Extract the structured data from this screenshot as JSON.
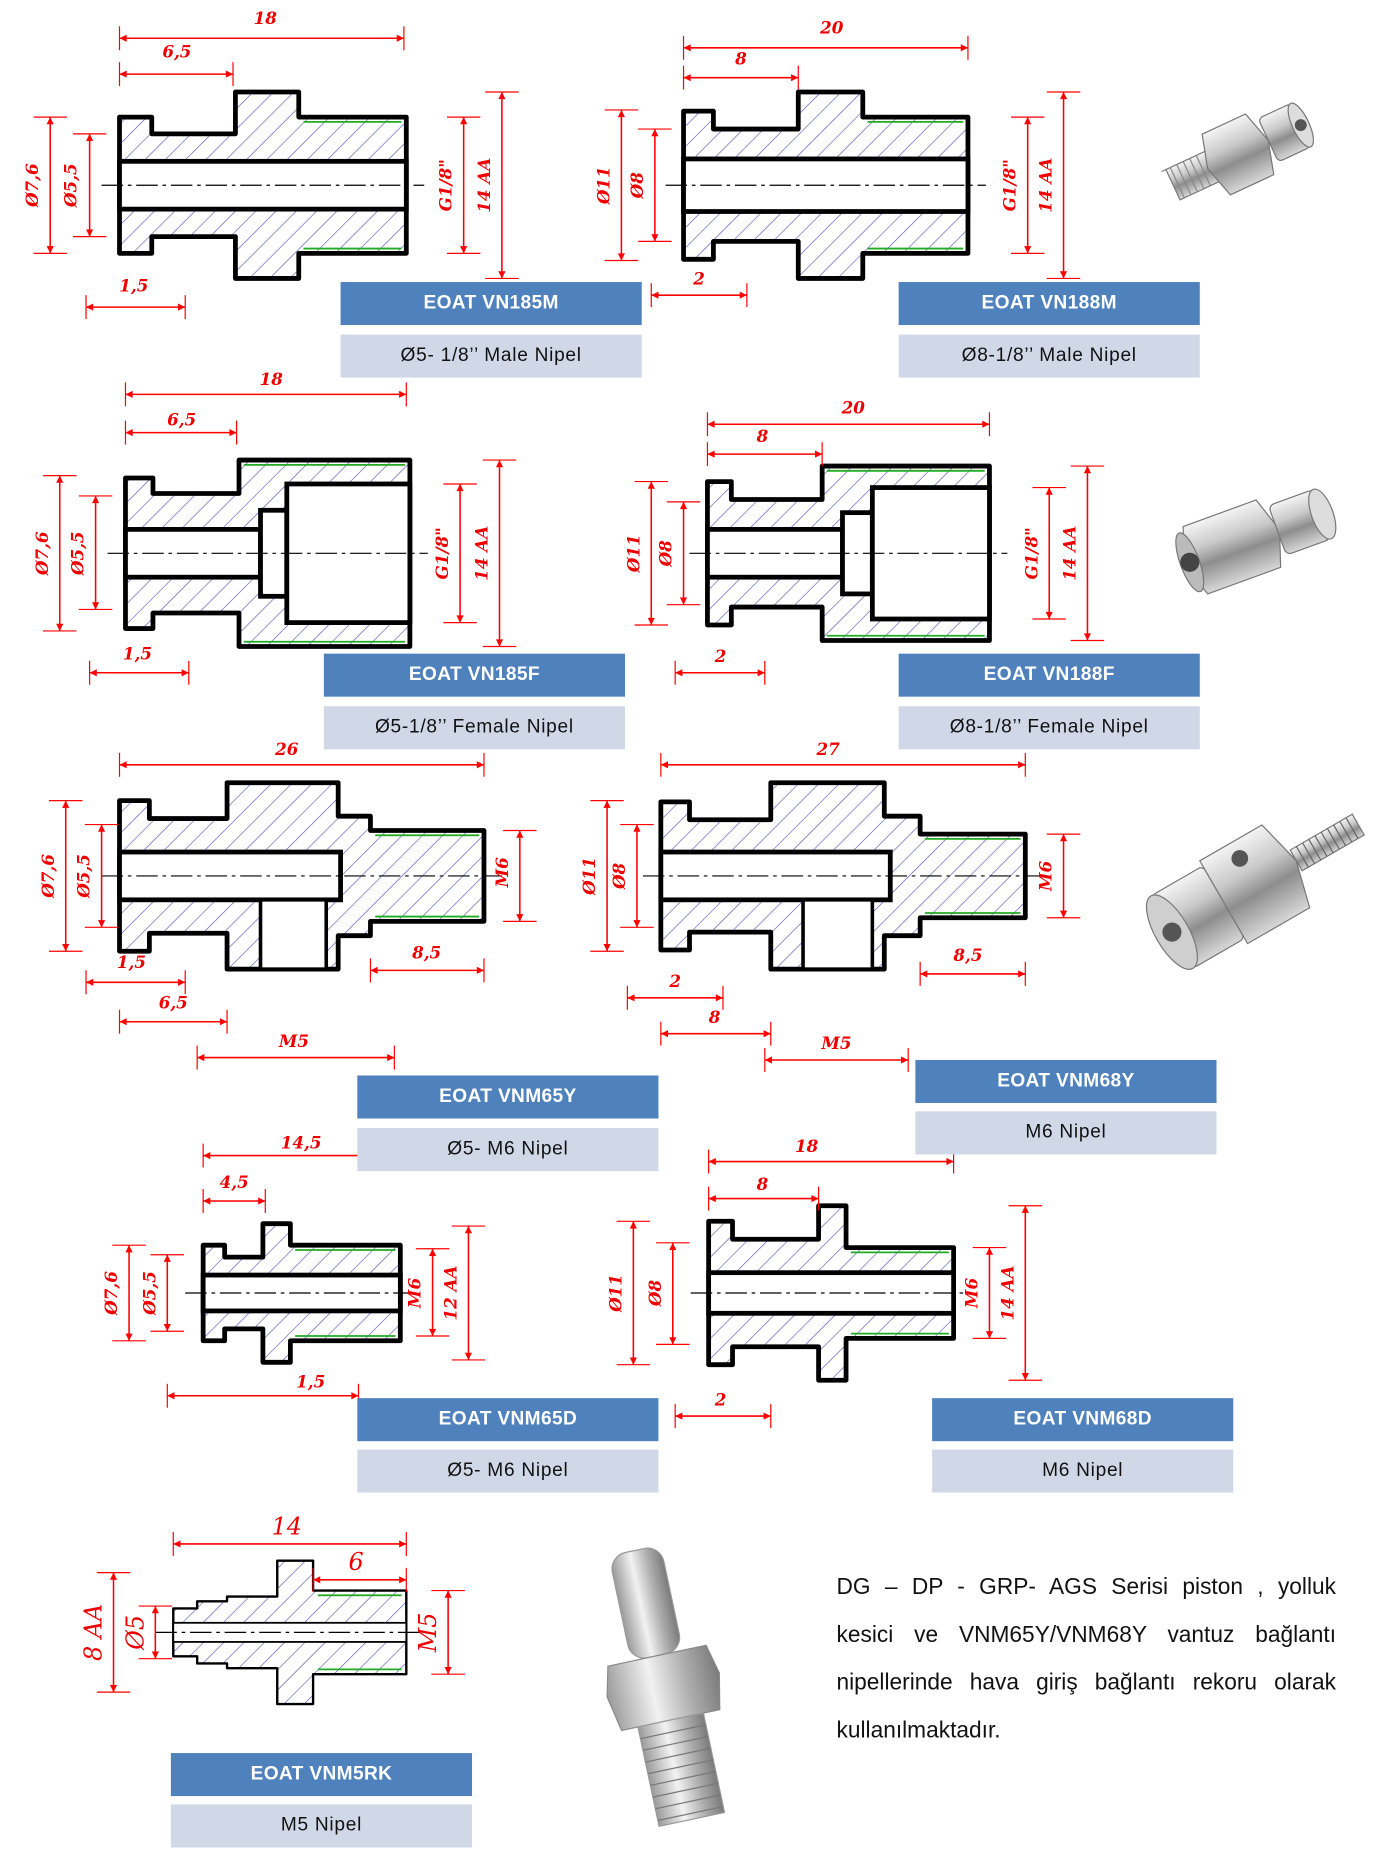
{
  "parts": [
    {
      "code": "EOAT VN185M",
      "desc": "Ø5- 1/8’’ Male Nipel",
      "dims": [
        "18",
        "6,5",
        "Ø7,6",
        "Ø5,5",
        "G1/8\"",
        "14 AA",
        "1,5"
      ]
    },
    {
      "code": "EOAT VN188M",
      "desc": "Ø8-1/8’’ Male Nipel",
      "dims": [
        "20",
        "8",
        "Ø11",
        "Ø8",
        "G1/8\"",
        "14 AA",
        "2"
      ]
    },
    {
      "code": "EOAT VN185F",
      "desc": "Ø5-1/8’’ Female Nipel",
      "dims": [
        "18",
        "6,5",
        "Ø7,6",
        "Ø5,5",
        "G1/8\"",
        "14 AA",
        "1,5"
      ]
    },
    {
      "code": "EOAT VN188F",
      "desc": "Ø8-1/8’’ Female Nipel",
      "dims": [
        "20",
        "8",
        "Ø11",
        "Ø8",
        "G1/8\"",
        "14 AA",
        "2"
      ]
    },
    {
      "code": "EOAT VNM65Y",
      "desc": "Ø5- M6 Nipel",
      "dims": [
        "26",
        "Ø7,6",
        "Ø5,5",
        "M6",
        "1,5",
        "6,5",
        "8,5",
        "M5"
      ]
    },
    {
      "code": "EOAT VNM68Y",
      "desc": "M6 Nipel",
      "dims": [
        "27",
        "Ø11",
        "Ø8",
        "M6",
        "2",
        "8",
        "8,5",
        "M5"
      ]
    },
    {
      "code": "EOAT VNM65D",
      "desc": "Ø5- M6 Nipel",
      "dims": [
        "14,5",
        "4,5",
        "Ø7,6",
        "Ø5,5",
        "M6",
        "12 AA",
        "1,5"
      ]
    },
    {
      "code": "EOAT VNM68D",
      "desc": "M6 Nipel",
      "dims": [
        "18",
        "8",
        "Ø11",
        "Ø8",
        "M6",
        "14 AA",
        "2"
      ]
    },
    {
      "code": "EOAT VNM5RK",
      "desc": "M5 Nipel",
      "dims": [
        "14",
        "6",
        "8 AA",
        "Ø5",
        "M5"
      ]
    }
  ],
  "note": {
    "lines": [
      "DG – DP - GRP- AGS Serisi piston , yolluk",
      "kesici ve VNM65Y/VNM68Y vantuz bağlantı",
      "nipellerinde hava giriş bağlantı rekoru olarak",
      "kullanılmaktadır."
    ]
  },
  "colors": {
    "dimension": "#ff0000",
    "code_bg": "#4f81bd",
    "desc_bg": "#d0d8e8",
    "hatch": "#5050b0",
    "thread": "#22aa22"
  }
}
